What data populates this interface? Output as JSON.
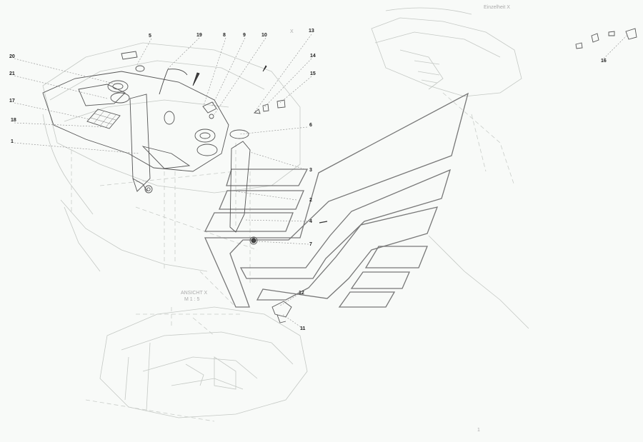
{
  "diagram": {
    "detail_label": "Einzelheit X",
    "view_label": "ANSICHT X",
    "view_sublabel": "M 1 : 5",
    "x_marker": "X",
    "corner_mark": "1"
  },
  "callouts": [
    {
      "id": "1"
    },
    {
      "id": "2"
    },
    {
      "id": "3"
    },
    {
      "id": "4"
    },
    {
      "id": "5"
    },
    {
      "id": "6"
    },
    {
      "id": "7"
    },
    {
      "id": "8"
    },
    {
      "id": "9"
    },
    {
      "id": "10"
    },
    {
      "id": "11"
    },
    {
      "id": "12"
    },
    {
      "id": "13"
    },
    {
      "id": "14"
    },
    {
      "id": "15"
    },
    {
      "id": "16"
    },
    {
      "id": "17"
    },
    {
      "id": "18"
    },
    {
      "id": "19"
    },
    {
      "id": "20"
    },
    {
      "id": "21"
    }
  ],
  "colors": {
    "background": "#f8faf8",
    "outline": "#555555",
    "ghost": "#c4c8c4",
    "watermark": "#777777"
  }
}
